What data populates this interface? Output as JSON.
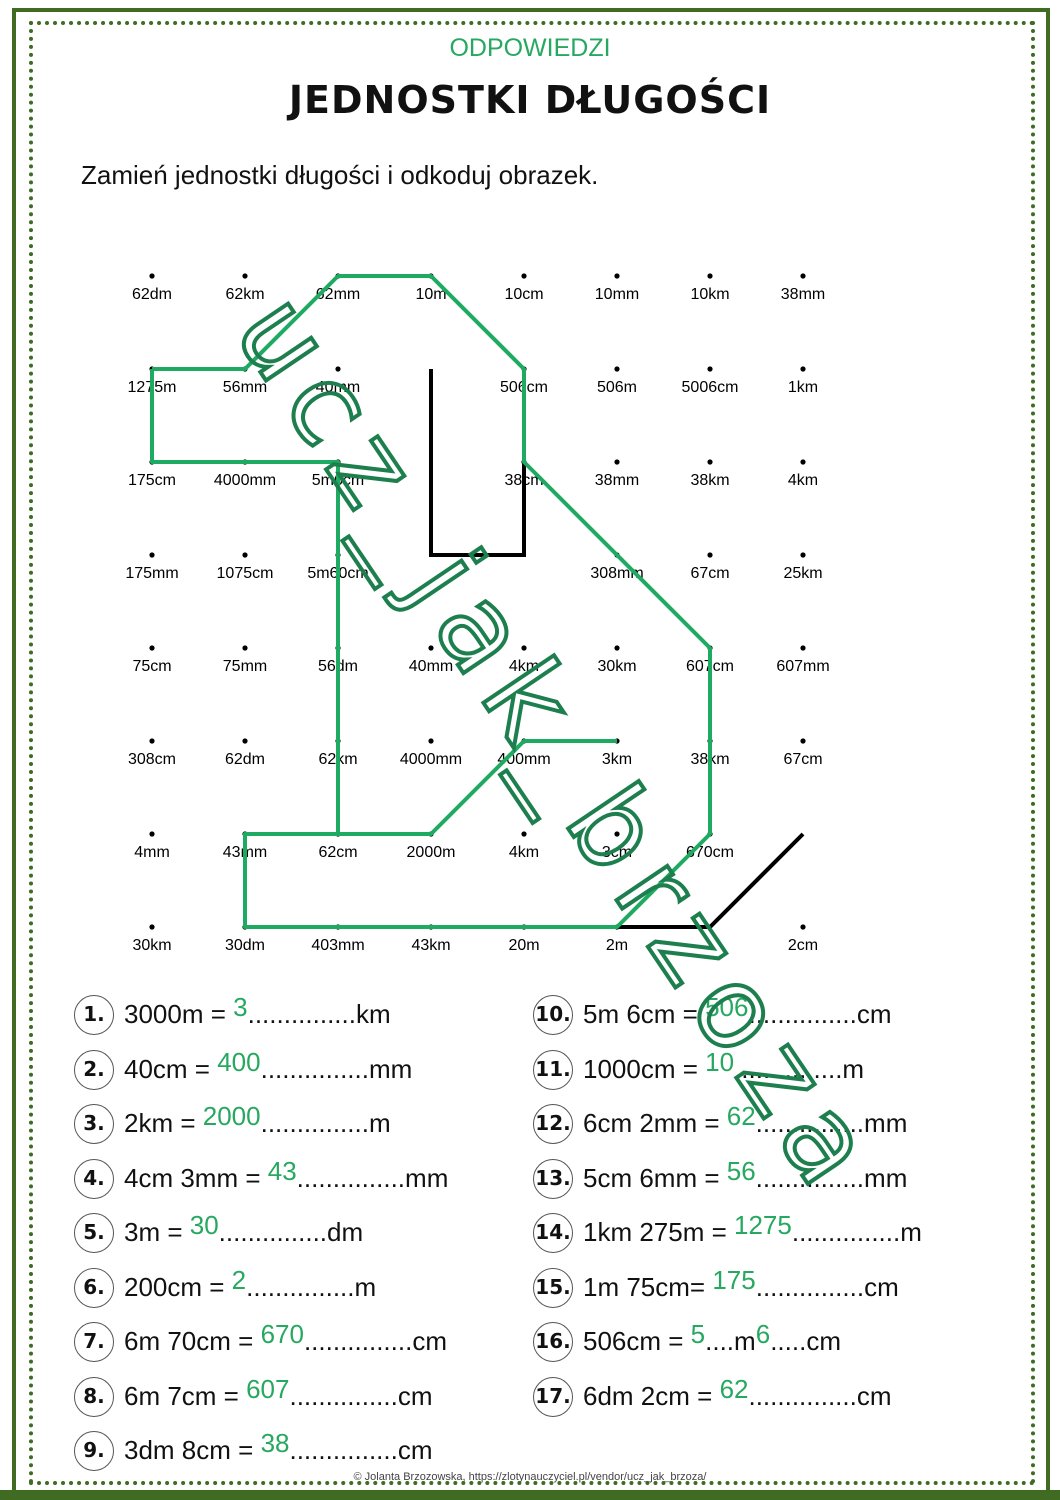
{
  "header": {
    "subtitle": "ODPOWIEDZI",
    "title": "JEDNOSTKI DŁUGOŚCI",
    "instruction": "Zamień jednostki długości i odkoduj obrazek."
  },
  "grid": {
    "rows": [
      [
        "62dm",
        "62km",
        "62mm",
        "10m",
        "10cm",
        "10mm",
        "10km",
        "38mm"
      ],
      [
        "1275m",
        "56mm",
        "40mm",
        "",
        "506cm",
        "506m",
        "5006cm",
        "1km"
      ],
      [
        "175cm",
        "4000mm",
        "5m6cm",
        "",
        "38cm",
        "38mm",
        "38km",
        "4km"
      ],
      [
        "175mm",
        "1075cm",
        "5m60cm",
        "",
        "",
        "308mm",
        "67cm",
        "25km"
      ],
      [
        "75cm",
        "75mm",
        "56dm",
        "40mm",
        "4km",
        "30km",
        "607cm",
        "607mm"
      ],
      [
        "308cm",
        "62dm",
        "62km",
        "4000mm",
        "400mm",
        "3km",
        "38km",
        "67cm"
      ],
      [
        "4mm",
        "43mm",
        "62cm",
        "2000m",
        "4km",
        "3cm",
        "670cm",
        ""
      ],
      [
        "30km",
        "30dm",
        "403mm",
        "43km",
        "20m",
        "2m",
        "",
        "2cm"
      ]
    ],
    "dots_hidden": [
      [
        3,
        3
      ],
      [
        3,
        4
      ],
      [
        7,
        6
      ],
      [
        6,
        7
      ],
      [
        1,
        3
      ],
      [
        2,
        3
      ]
    ],
    "green_paths": [
      [
        [
          1,
          0
        ],
        [
          1,
          1
        ],
        [
          0,
          2
        ],
        [
          0,
          3
        ],
        [
          1,
          4
        ],
        [
          2,
          4
        ],
        [
          4,
          6
        ],
        [
          6,
          6
        ],
        [
          7,
          5
        ],
        [
          7,
          1
        ],
        [
          6,
          1
        ],
        [
          6,
          2
        ],
        [
          2,
          2
        ],
        [
          2,
          0
        ],
        [
          1,
          0
        ]
      ],
      [
        [
          6,
          2
        ],
        [
          6,
          3
        ],
        [
          5,
          4
        ],
        [
          5,
          5
        ]
      ]
    ],
    "black_paths": [
      [
        [
          1,
          3
        ],
        [
          3,
          3
        ],
        [
          3,
          4
        ],
        [
          2,
          4
        ]
      ],
      [
        [
          7,
          5
        ],
        [
          7,
          6
        ],
        [
          6,
          7
        ]
      ]
    ],
    "line_color": "#1faa62",
    "watermark": "ucz_jak_brzoza"
  },
  "exercises": [
    {
      "n": "1.",
      "parts": [
        {
          "t": "3000m = "
        },
        {
          "a": "3",
          "d": "..............."
        },
        {
          "t": "km"
        }
      ]
    },
    {
      "n": "2.",
      "parts": [
        {
          "t": "40cm = "
        },
        {
          "a": "400",
          "d": "..............."
        },
        {
          "t": "mm"
        }
      ]
    },
    {
      "n": "3.",
      "parts": [
        {
          "t": "2km = "
        },
        {
          "a": "2000",
          "d": "..............."
        },
        {
          "t": "m"
        }
      ]
    },
    {
      "n": "4.",
      "parts": [
        {
          "t": "4cm 3mm = "
        },
        {
          "a": "43",
          "d": "..............."
        },
        {
          "t": "mm"
        }
      ]
    },
    {
      "n": "5.",
      "parts": [
        {
          "t": "3m = "
        },
        {
          "a": "30",
          "d": "..............."
        },
        {
          "t": "dm"
        }
      ]
    },
    {
      "n": "6.",
      "parts": [
        {
          "t": "200cm = "
        },
        {
          "a": "2",
          "d": "..............."
        },
        {
          "t": "m"
        }
      ]
    },
    {
      "n": "7.",
      "parts": [
        {
          "t": "6m 70cm = "
        },
        {
          "a": "670",
          "d": "..............."
        },
        {
          "t": "cm"
        }
      ]
    },
    {
      "n": "8.",
      "parts": [
        {
          "t": "6m 7cm = "
        },
        {
          "a": "607",
          "d": "..............."
        },
        {
          "t": "cm"
        }
      ]
    },
    {
      "n": "9.",
      "parts": [
        {
          "t": "3dm 8cm = "
        },
        {
          "a": "38",
          "d": "..............."
        },
        {
          "t": "cm"
        }
      ]
    },
    {
      "n": "10.",
      "parts": [
        {
          "t": "5m 6cm = "
        },
        {
          "a": "506",
          "d": "..............."
        },
        {
          "t": "cm"
        }
      ]
    },
    {
      "n": "11.",
      "parts": [
        {
          "t": "1000cm = "
        },
        {
          "a": "10",
          "d": "..............."
        },
        {
          "t": "m"
        }
      ]
    },
    {
      "n": "12.",
      "parts": [
        {
          "t": "6cm 2mm = "
        },
        {
          "a": "62",
          "d": "..............."
        },
        {
          "t": "mm"
        }
      ]
    },
    {
      "n": "13.",
      "parts": [
        {
          "t": "5cm 6mm = "
        },
        {
          "a": "56",
          "d": "..............."
        },
        {
          "t": "mm"
        }
      ]
    },
    {
      "n": "14.",
      "parts": [
        {
          "t": "1km 275m = "
        },
        {
          "a": "1275",
          "d": "..............."
        },
        {
          "t": "m"
        }
      ]
    },
    {
      "n": "15.",
      "parts": [
        {
          "t": "1m 75cm= "
        },
        {
          "a": "175",
          "d": "..............."
        },
        {
          "t": "cm"
        }
      ]
    },
    {
      "n": "16.",
      "parts": [
        {
          "t": "506cm = "
        },
        {
          "a": "5",
          "d": "...."
        },
        {
          "t": "m"
        },
        {
          "a": "6",
          "d": "....."
        },
        {
          "t": "cm"
        }
      ]
    },
    {
      "n": "17.",
      "parts": [
        {
          "t": "6dm 2cm = "
        },
        {
          "a": "62",
          "d": "..............."
        },
        {
          "t": "cm"
        }
      ]
    }
  ],
  "footer": "© Jolanta Brzozowska, https://zlotynauczyciel.pl/vendor/ucz_jak_brzoza/"
}
